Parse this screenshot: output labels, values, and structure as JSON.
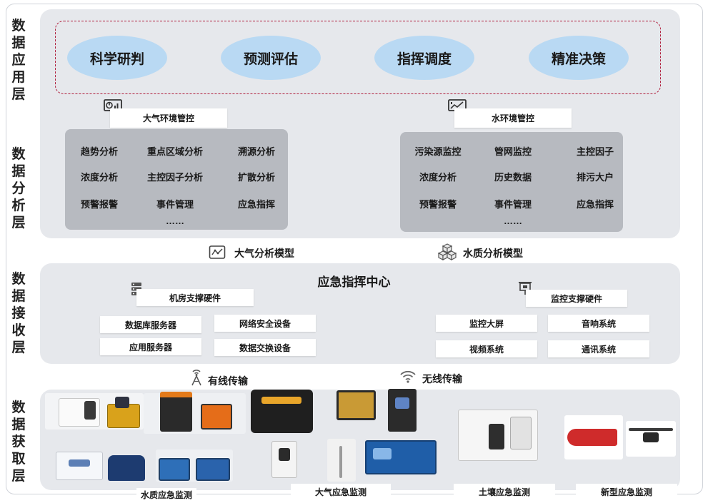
{
  "layers": {
    "application": "数据应用层",
    "analysis": "数据分析层",
    "receive": "数据接收层",
    "acquire": "数据获取层"
  },
  "application_items": [
    "科学研判",
    "预测评估",
    "指挥调度",
    "精准决策"
  ],
  "air": {
    "title": "大气环境管控",
    "cells": [
      "趋势分析",
      "重点区域分析",
      "溯源分析",
      "浓度分析",
      "主控因子分析",
      "扩散分析",
      "预警报警",
      "事件管理",
      "应急指挥"
    ],
    "more": "……"
  },
  "water": {
    "title": "水环境管控",
    "cells": [
      "污染源监控",
      "管网监控",
      "主控因子",
      "浓度分析",
      "历史数据",
      "排污大户",
      "预警报警",
      "事件管理",
      "应急指挥"
    ],
    "more": "……"
  },
  "models": {
    "air": "大气分析模型",
    "water": "水质分析模型"
  },
  "receive": {
    "title": "应急指挥中心",
    "room_hw": "机房支撑硬件",
    "room_items": [
      "数据库服务器",
      "网络安全设备",
      "应用服务器",
      "数据交换设备"
    ],
    "monitor_hw": "监控支撑硬件",
    "monitor_items": [
      "监控大屏",
      "音响系统",
      "视频系统",
      "通讯系统"
    ]
  },
  "transmission": {
    "wired": "有线传输",
    "wireless": "无线传输"
  },
  "acquire": {
    "water": "水质应急监测",
    "air": "大气应急监测",
    "soil": "土壤应急监测",
    "new": "新型应急监测"
  },
  "colors": {
    "panel": "#e6e8ec",
    "sub_panel": "#b7bac0",
    "ellipse": "#b9d9f3",
    "dashed_border": "#b01e3c"
  }
}
